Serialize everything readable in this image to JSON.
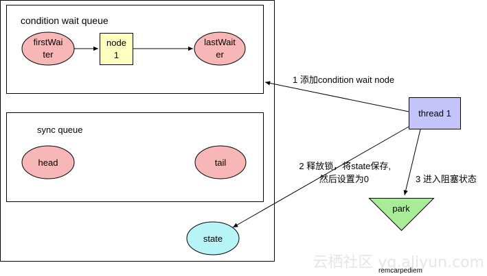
{
  "containers": {
    "condition_queue": {
      "label": "condition wait queue"
    },
    "sync_queue": {
      "label": "sync queue"
    }
  },
  "nodes": {
    "first_waiter": {
      "line1": "firstWai",
      "line2": "ter"
    },
    "node1": {
      "line1": "node",
      "line2": "1"
    },
    "last_waiter": {
      "line1": "lastWait",
      "line2": "er"
    },
    "head": {
      "label": "head"
    },
    "tail": {
      "label": "tail"
    },
    "thread1": {
      "label": "thread 1"
    },
    "park": {
      "label": "park"
    },
    "state": {
      "label": "state"
    }
  },
  "edges": {
    "add_node": {
      "label": "1 添加condition wait node"
    },
    "release": {
      "line1": "2 释放锁，将state保存,",
      "line2": "然后设置为0"
    },
    "block": {
      "label": "3 进入阻塞状态"
    }
  },
  "watermark": {
    "site": "云栖社区 yq.aliyun.com",
    "author": "remcarpediem"
  },
  "colors": {
    "ellipse_fill": "#f7b7b7",
    "node_fill": "#ffffc0",
    "thread_fill": "#c4c4fa",
    "park_fill": "#a8ec98",
    "state_fill": "#b7f4f7",
    "stroke": "#000000"
  }
}
